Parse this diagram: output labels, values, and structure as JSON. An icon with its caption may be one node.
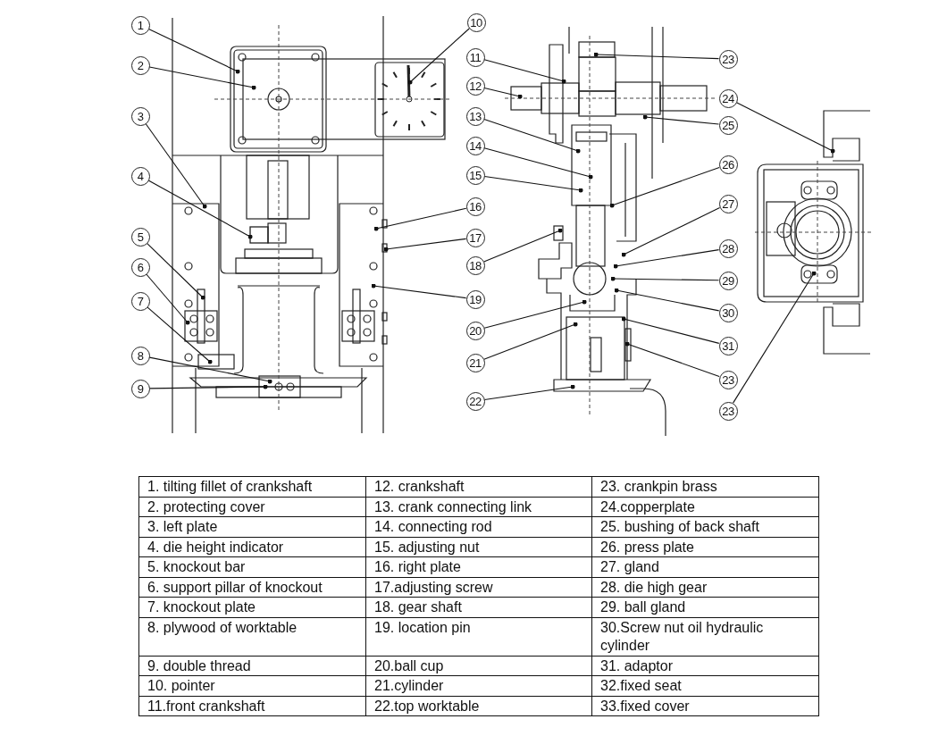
{
  "diagram": {
    "nodes": [
      {
        "text": [
          "1"
        ]
      },
      {
        "text": [
          "2"
        ]
      },
      {
        "text": [
          "3"
        ]
      },
      {
        "text": [
          "4"
        ]
      },
      {
        "text": [
          "5"
        ]
      },
      {
        "text": [
          "6"
        ]
      },
      {
        "text": [
          "7"
        ]
      },
      {
        "text": [
          "8"
        ]
      },
      {
        "text": [
          "9"
        ]
      },
      {
        "text": [
          "10"
        ]
      },
      {
        "text": [
          "11"
        ]
      },
      {
        "text": [
          "12"
        ]
      },
      {
        "text": [
          "13"
        ]
      },
      {
        "text": [
          "14"
        ]
      },
      {
        "text": [
          "15"
        ]
      },
      {
        "text": [
          "16"
        ]
      },
      {
        "text": [
          "17"
        ]
      },
      {
        "text": [
          "18"
        ]
      },
      {
        "text": [
          "19"
        ]
      },
      {
        "text": [
          "20"
        ]
      },
      {
        "text": [
          "21"
        ]
      },
      {
        "text": [
          "22"
        ]
      },
      {
        "text": [
          "23"
        ]
      },
      {
        "text": [
          "24"
        ]
      },
      {
        "text": [
          "25"
        ]
      },
      {
        "text": [
          "26"
        ]
      },
      {
        "text": [
          "27"
        ]
      },
      {
        "text": [
          "28"
        ]
      },
      {
        "text": [
          "29"
        ]
      },
      {
        "text": [
          "30"
        ]
      },
      {
        "text": [
          "31"
        ]
      },
      {
        "text": [
          "23"
        ]
      },
      {
        "text": [
          "23"
        ]
      }
    ],
    "edges": [
      {
        "from": 0,
        "to": null,
        "arrow": "other"
      },
      {
        "from": 1,
        "to": null,
        "arrow": "other"
      },
      {
        "from": 2,
        "to": null,
        "arrow": "other"
      },
      {
        "from": 3,
        "to": null,
        "arrow": "other"
      },
      {
        "from": 4,
        "to": null,
        "arrow": "other"
      },
      {
        "from": 5,
        "to": null,
        "arrow": "other"
      },
      {
        "from": 6,
        "to": null,
        "arrow": "other"
      },
      {
        "from": 7,
        "to": null,
        "arrow": "other"
      },
      {
        "from": 8,
        "to": null,
        "arrow": "other"
      },
      {
        "from": 9,
        "to": null,
        "arrow": "other"
      },
      {
        "from": 10,
        "to": null,
        "arrow": "other"
      },
      {
        "from": 11,
        "to": null,
        "arrow": "other"
      },
      {
        "from": 12,
        "to": null,
        "arrow": "other"
      },
      {
        "from": 13,
        "to": null,
        "arrow": "other"
      },
      {
        "from": 14,
        "to": null,
        "arrow": "other"
      },
      {
        "from": 15,
        "to": null,
        "arrow": "other"
      },
      {
        "from": 16,
        "to": null,
        "arrow": "other"
      },
      {
        "from": 17,
        "to": null,
        "arrow": "other"
      },
      {
        "from": 18,
        "to": null,
        "arrow": "other"
      },
      {
        "from": 19,
        "to": null,
        "arrow": "other"
      },
      {
        "from": 20,
        "to": null,
        "arrow": "other"
      },
      {
        "from": 21,
        "to": null,
        "arrow": "other"
      },
      {
        "from": 22,
        "to": null,
        "arrow": "other"
      },
      {
        "from": 23,
        "to": null,
        "arrow": "other"
      },
      {
        "from": 24,
        "to": null,
        "arrow": "other"
      },
      {
        "from": 25,
        "to": null,
        "arrow": "other"
      },
      {
        "from": 26,
        "to": null,
        "arrow": "other"
      },
      {
        "from": 27,
        "to": null,
        "arrow": "other"
      },
      {
        "from": 28,
        "to": null,
        "arrow": "other"
      },
      {
        "from": 29,
        "to": null,
        "arrow": "other"
      },
      {
        "from": 30,
        "to": null,
        "arrow": "other"
      },
      {
        "from": 31,
        "to": null,
        "arrow": "other"
      },
      {
        "from": 32,
        "to": null,
        "arrow": "other"
      }
    ],
    "labels": [
      "1. tilting fillet of crankshaft",
      "12. crankshaft",
      "23. crankpin brass",
      "2. protecting cover",
      "13. crank connecting link",
      "24.copperplate",
      "3. left plate",
      "14. connecting rod",
      "25. bushing of back shaft",
      "4. die height indicator",
      "15. adjusting nut",
      "26. press plate",
      "5. knockout bar",
      "16. right plate",
      "27. gland",
      "6. support pillar of knockout",
      "17.adjusting screw",
      "28. die high gear",
      "7. knockout plate",
      "18. gear shaft",
      "29. ball gland",
      "8. plywood of worktable",
      "19. location pin",
      "30.Screw nut oil hydraulic cylinder",
      "9. double thread",
      "20.ball cup",
      "31. adaptor",
      "10. pointer",
      "21.cylinder",
      "32.fixed seat",
      "11.front crankshaft",
      "22.top worktable",
      "33.fixed cover"
    ]
  }
}
